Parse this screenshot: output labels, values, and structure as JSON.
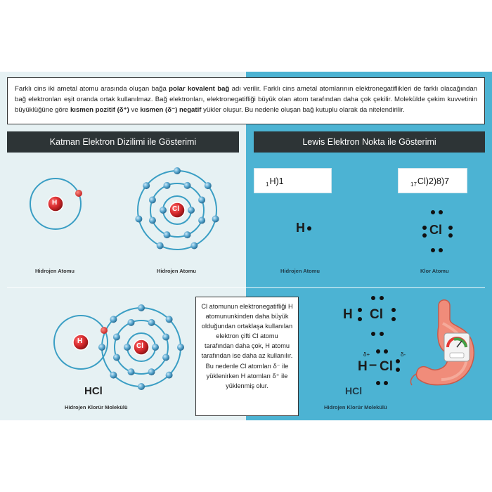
{
  "intro": {
    "t1": "Farklı cins iki ametal atomu arasında oluşan bağa ",
    "b1": "polar kovalent bağ",
    "t2": " adı verilir. Farklı cins ametal atomlarının elektronegatiflikleri de farklı olacağından bağ elektronları eşit oranda ortak kullanılmaz.  Bağ elektronları, elektronegatifliği büyük olan atom tarafından daha çok çekilir. Molekülde çekim kuvvetinin büyüklüğüne göre ",
    "b2": "kısmen pozitif (δ⁺)",
    "t3": " ve ",
    "b3": "kısmen (δ⁻) negatif",
    "t4": " yükler oluşur. Bu nedenle oluşan bağ kutuplu olarak da nitelendirilir."
  },
  "left_header": "Katman Elektron Dizilimi ile Gösterimi",
  "right_header": "Lewis Elektron Nokta ile Gösterimi",
  "left_top": {
    "h_symbol": "H",
    "cl_symbol": "Cl",
    "h_caption": "Hidrojen Atomu",
    "cl_caption": "Hidrojen Atomu"
  },
  "right_top": {
    "h_config_sub": "1",
    "h_config": "H)1",
    "cl_config_sub": "17",
    "cl_config": "Cl)2)8)7",
    "h_lewis": "H",
    "cl_lewis": "Cl",
    "h_caption": "Hidrojen Atomu",
    "cl_caption": "Klor Atomu"
  },
  "left_bottom": {
    "h_symbol": "H",
    "cl_symbol": "Cl",
    "formula": "HCl",
    "caption": "Hidrojen Klorür Molekülü"
  },
  "explanation": "Cl atomunun elektronegatifliği H atomununkinden daha büyük olduğundan ortaklaşa kullanılan elektron çifti Cl atomu tarafından daha çok, H atomu tarafından ise daha az kullanılır. Bu nedenle Cl atomları δ⁻ ile yüklenirken H atomları δ⁺ ile yüklenmiş olur.",
  "right_bottom": {
    "h1": "H",
    "cl1": "Cl",
    "h2": "H",
    "bond": "–",
    "cl2": "Cl",
    "delta_plus": "δ+",
    "delta_minus": "δ-",
    "formula": "HCl",
    "caption": "Hidrojen Klorür Molekülü"
  },
  "colors": {
    "left_bg": "#e6f1f3",
    "right_bg": "#4cb3d3",
    "header_bg": "#2d3436",
    "nucleus_red": "#d3282b",
    "orbit_blue": "#3a9ec4",
    "electron_blue": "#5aa8d0",
    "lone_electron_red": "#e13a33"
  }
}
